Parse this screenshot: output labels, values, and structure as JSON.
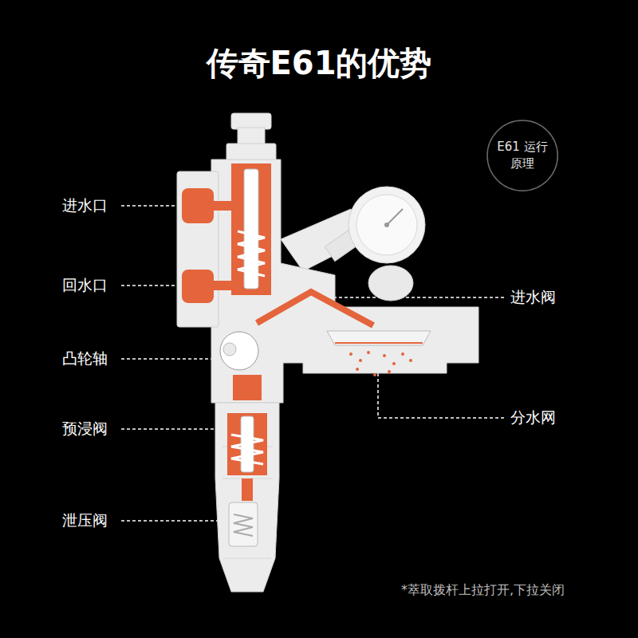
{
  "diagram": {
    "title": "传奇E61的优势",
    "caption": "*萃取拨杆上拉打开,下拉关闭",
    "nodes": [
      {
        "text": [
          "E61 运行原理"
        ]
      }
    ],
    "labels": [
      "进水口",
      "回水口",
      "凸轮轴",
      "预浸阀",
      "泄压阀",
      "进水阀",
      "分水网"
    ]
  }
}
